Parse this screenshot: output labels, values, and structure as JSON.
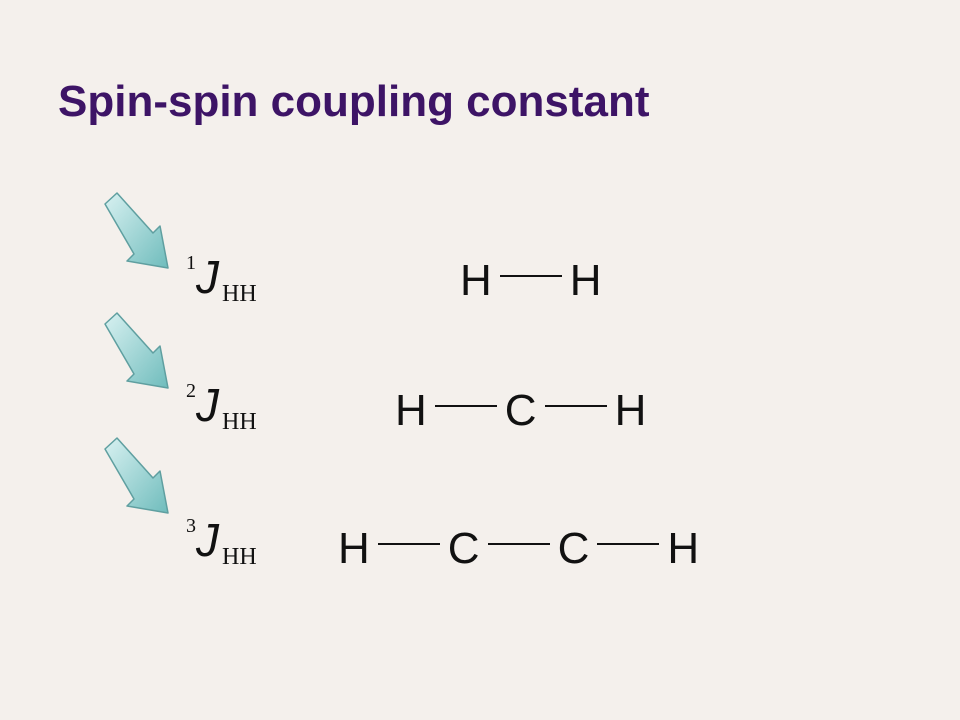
{
  "slide": {
    "title": "Spin-spin coupling constant",
    "arrow_color": "#8fd3d3",
    "title_color": "#3d1466",
    "rows": [
      {
        "coupling": {
          "superscript": "1",
          "symbol": "J",
          "subscript": "HH"
        },
        "atoms": [
          "H",
          "H"
        ]
      },
      {
        "coupling": {
          "superscript": "2",
          "symbol": "J",
          "subscript": "HH"
        },
        "atoms": [
          "H",
          "C",
          "H"
        ]
      },
      {
        "coupling": {
          "superscript": "3",
          "symbol": "J",
          "subscript": "HH"
        },
        "atoms": [
          "H",
          "C",
          "C",
          "H"
        ]
      }
    ]
  }
}
